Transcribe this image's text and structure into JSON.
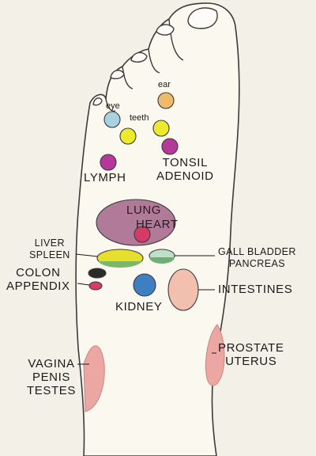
{
  "diagram": {
    "colors": {
      "skin": "#fbf8f0",
      "outline": "#3b3b3b",
      "lung": "#b17a98",
      "heart": "#d63b68",
      "liver": "#e6df2b",
      "gall": "#6fae76",
      "colon": "#2a2a2a",
      "appendix": "#d63b68",
      "kidney": "#3e7ec3",
      "intestines": "#f3c0b0",
      "eye": "#a9d1e0",
      "ear": "#eebb6d",
      "teeth": "#ecea2c",
      "tonsil": "#b5399a",
      "lymph": "#b5399a",
      "prostate": "#eda7a2"
    },
    "labels": {
      "eye": "eye",
      "ear": "ear",
      "teeth": "teeth",
      "lymph": "LYMPH",
      "tonsil": "TONSIL",
      "adenoid": "ADENOID",
      "lung": "LUNG",
      "heart": "HEART",
      "liver": "LIVER",
      "spleen": "SPLEEN",
      "gall_bladder": "GALL BLADDER",
      "pancreas": "PANCREAS",
      "colon": "COLON",
      "appendix": "APPENDIX",
      "kidney": "KIDNEY",
      "intestines": "INTESTINES",
      "vagina": "VAGINA",
      "penis": "PENIS",
      "testes": "TESTES",
      "prostate": "PROSTATE",
      "uterus": "UTERUS"
    }
  }
}
